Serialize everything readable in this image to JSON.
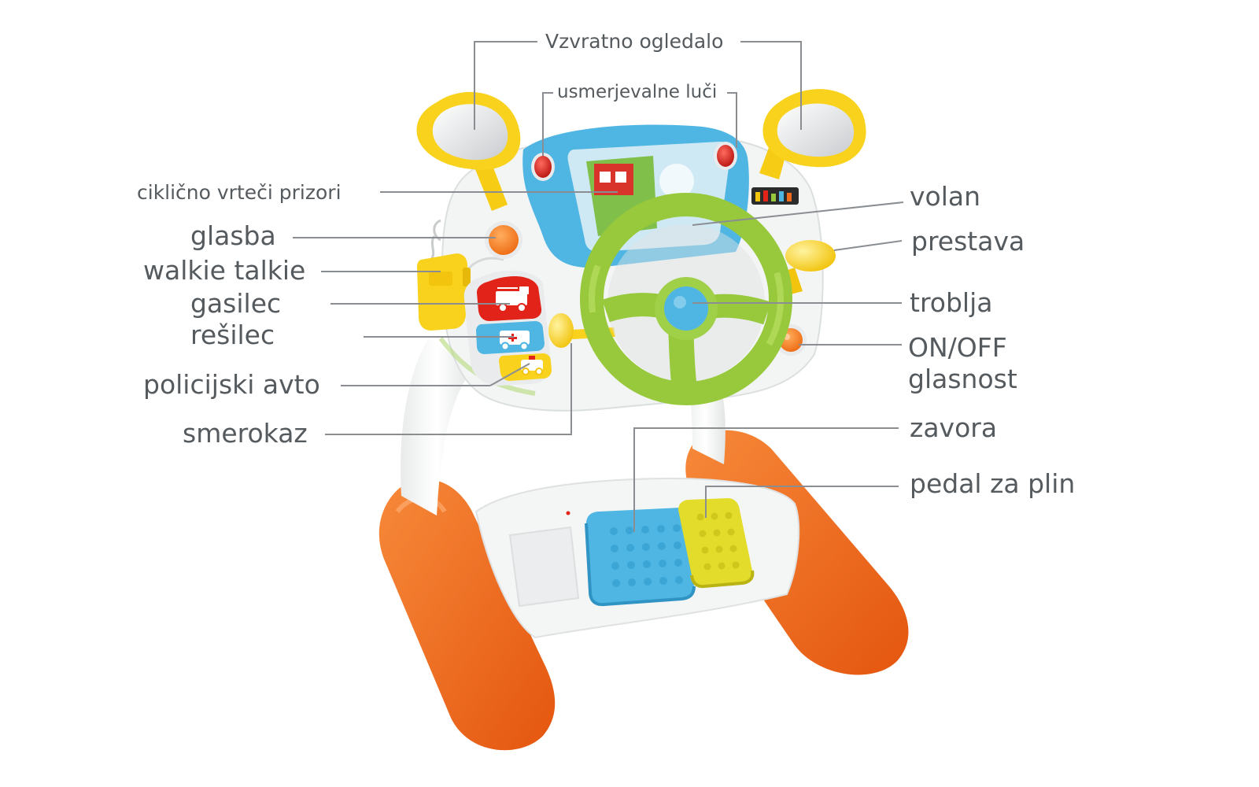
{
  "labels": {
    "mirror": "Vzvratno ogledalo",
    "turn_lights": "usmerjevalne luči",
    "scenes": "ciklično vrteči prizori",
    "music": "glasba",
    "walkie": "walkie talkie",
    "firefighter": "gasilec",
    "ambulance": "rešilec",
    "police": "policijski avto",
    "indicator": "smerokaz",
    "wheel": "volan",
    "gear": "prestava",
    "horn": "troblja",
    "onoff": "ON/OFF",
    "volume": "glasnost",
    "brake": "zavora",
    "gas": "pedal za plin"
  },
  "colors": {
    "label_text": "#555a5e",
    "leader": "#8a8e92",
    "orange": "#f26b1d",
    "orange_dark": "#d9530c",
    "yellow": "#f8d21c",
    "green": "#98c93c",
    "blue": "#4fb6e3",
    "white_body": "#f4f5f5",
    "red": "#e2231a"
  },
  "icons": {
    "screen": "scene-screen-icon",
    "fire_truck": "fire-truck-icon",
    "ambulance": "ambulance-icon",
    "police_car": "police-car-icon"
  }
}
